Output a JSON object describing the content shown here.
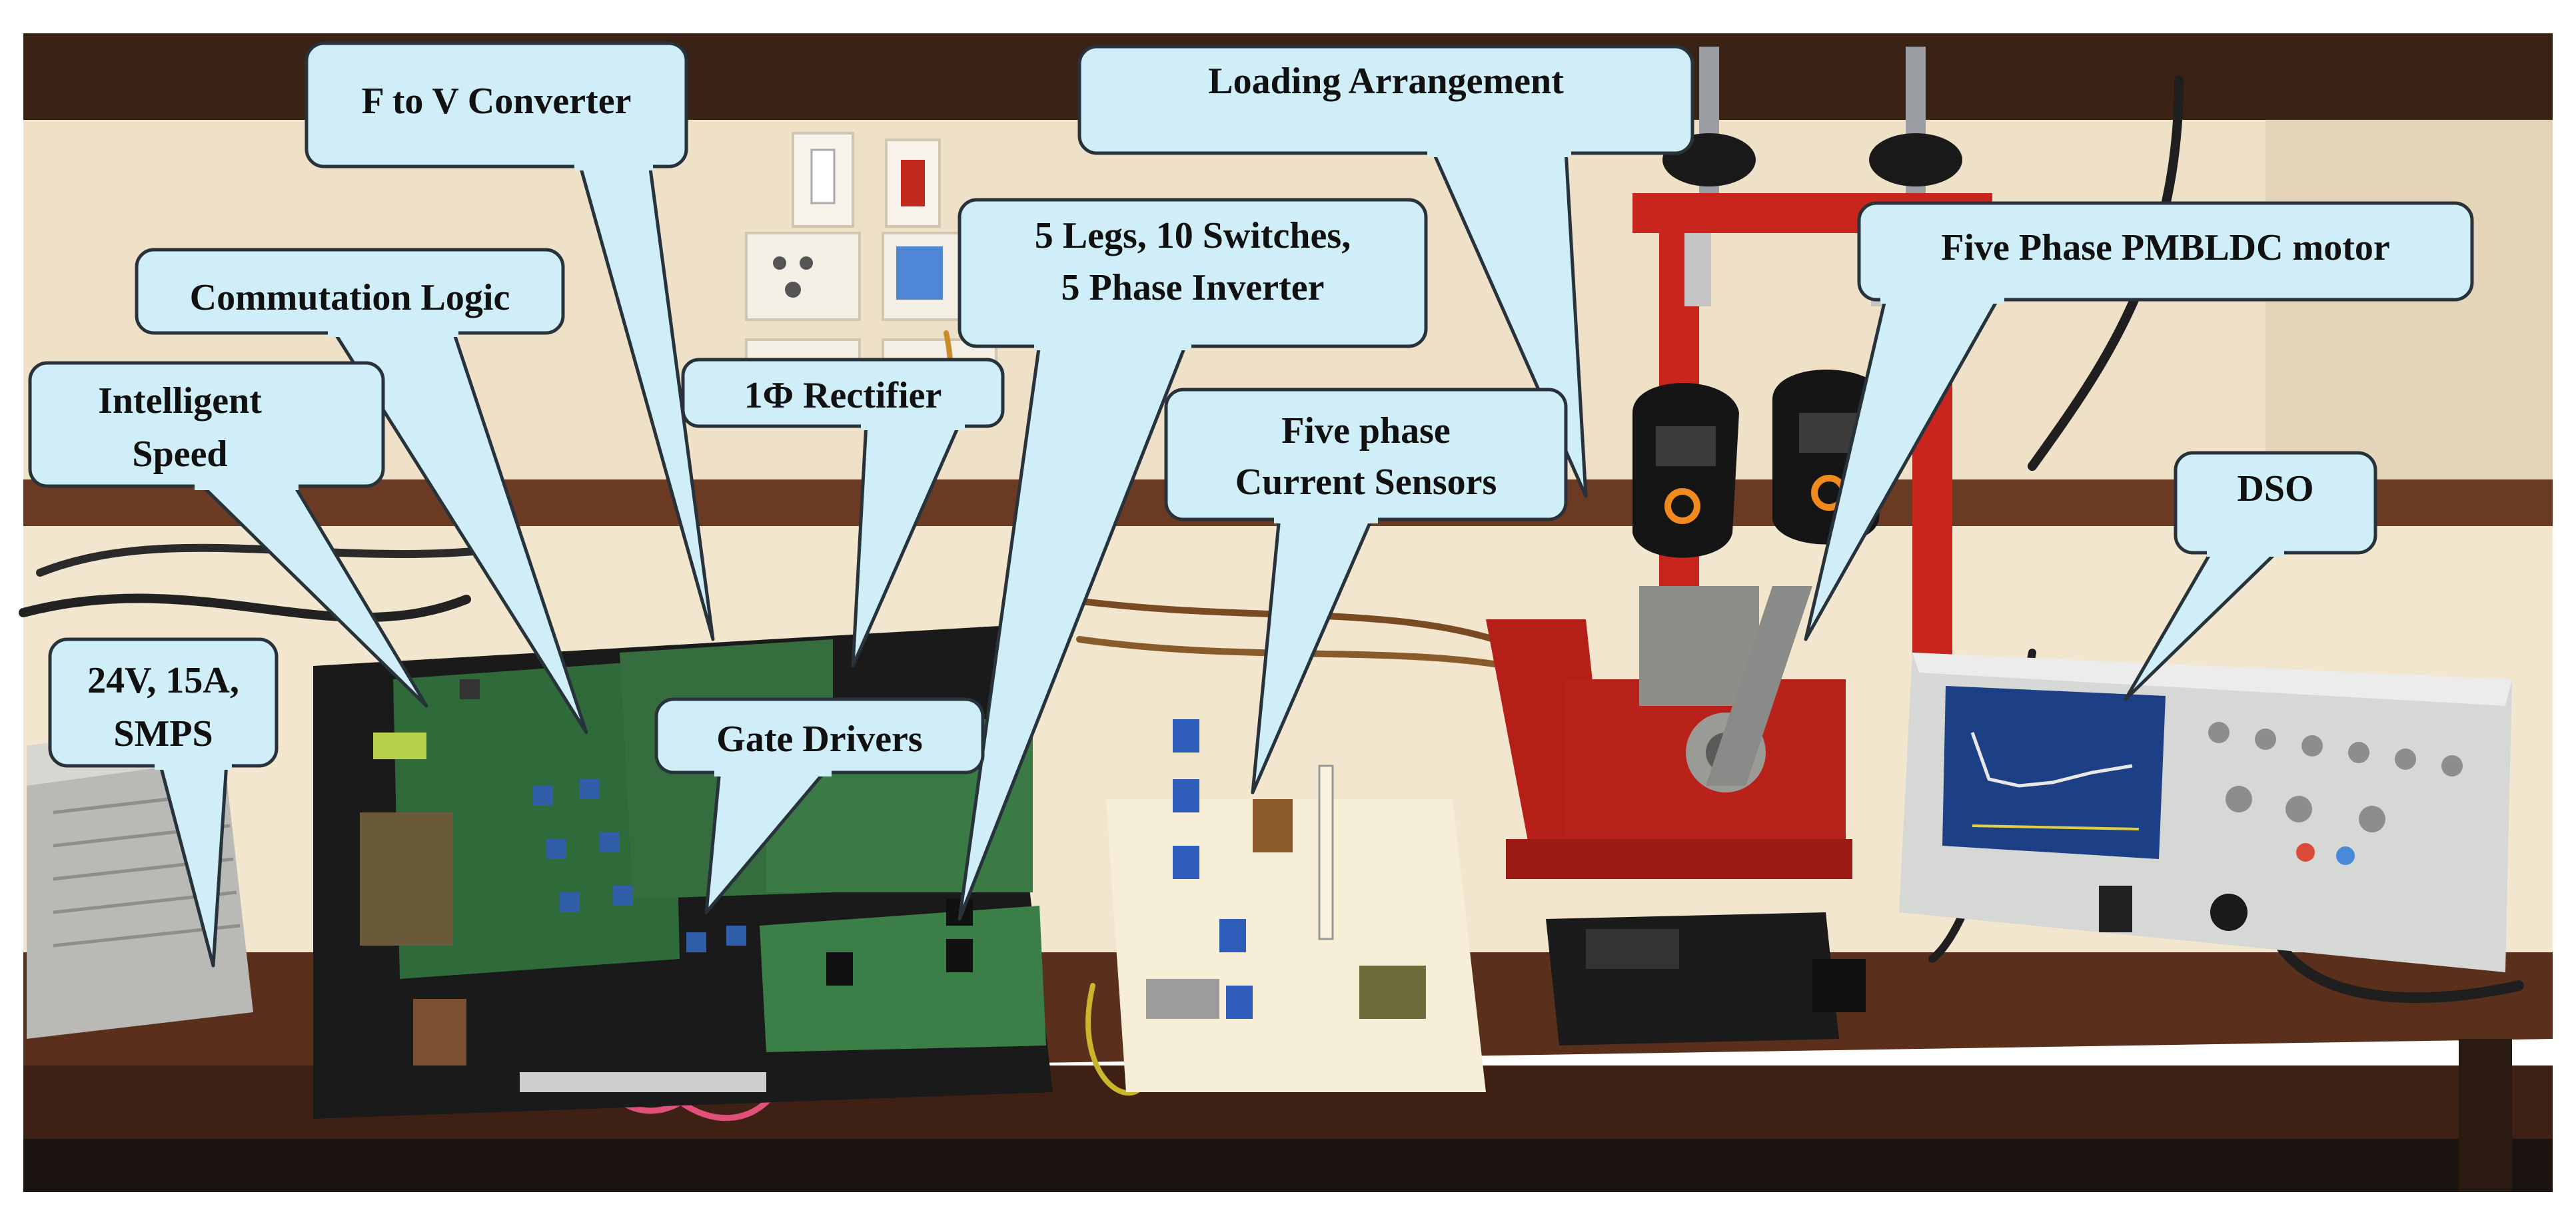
{
  "colors": {
    "wall": "#efe1c8",
    "bench_top": "#5a2f1c",
    "bench_front": "#3e2114",
    "floor": "#1c1410",
    "frame_red": "#c8251d",
    "board_green": "#2f6b3a",
    "board_base": "#1a1a1a",
    "callout_fill": "#cfeef8",
    "callout_stroke": "#27323a",
    "scope_body": "#d6d8d6",
    "scope_screen": "#1d3f86"
  },
  "callouts": [
    {
      "id": "f-to-v-converter",
      "lines": [
        "F to V Converter"
      ]
    },
    {
      "id": "loading-arrangement",
      "lines": [
        "Loading Arrangement"
      ]
    },
    {
      "id": "commutation-logic",
      "lines": [
        "Commutation Logic"
      ]
    },
    {
      "id": "inverter",
      "lines": [
        "5 Legs, 10 Switches,",
        "5 Phase Inverter"
      ]
    },
    {
      "id": "five-phase-motor",
      "lines": [
        "Five Phase PMBLDC motor"
      ]
    },
    {
      "id": "intelligent-speed-controller",
      "lines": [
        "Intelligent",
        "Speed"
      ]
    },
    {
      "id": "rectifier",
      "lines": [
        "1Φ Rectifier"
      ]
    },
    {
      "id": "current-sensors",
      "lines": [
        "Five phase",
        "Current Sensors"
      ]
    },
    {
      "id": "dso",
      "lines": [
        "DSO"
      ]
    },
    {
      "id": "smps",
      "lines": [
        "24V, 15A,",
        "SMPS"
      ]
    },
    {
      "id": "gate-drivers",
      "lines": [
        "Gate Drivers"
      ]
    }
  ],
  "icons": {
    "spring-scale-left": "spring-scale-icon",
    "spring-scale-right": "spring-scale-icon",
    "oscilloscope": "oscilloscope-icon"
  }
}
